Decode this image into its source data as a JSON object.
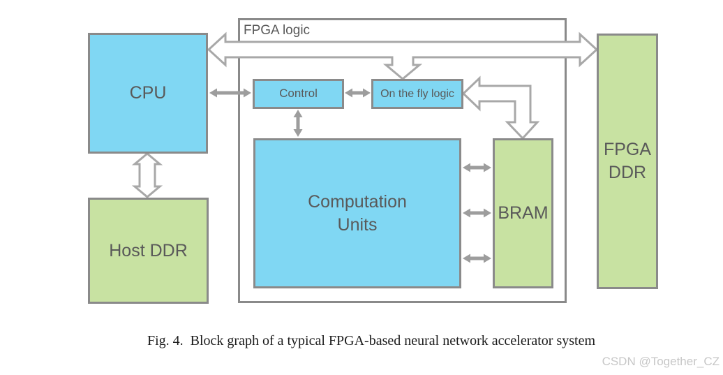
{
  "colors": {
    "block_blue": "#80d7f3",
    "block_green": "#c8e2a2",
    "block_border": "#8a8a8a",
    "arrow_gray": "#a8a8a8",
    "small_arrow_gray": "#9d9d9d",
    "label_text": "#595959",
    "caption_text": "#1b1b1b",
    "watermark_text": "#c7c7c7",
    "page_bg": "#ffffff"
  },
  "diagram": {
    "container_label": "FPGA logic",
    "blocks": {
      "cpu": {
        "label": "CPU",
        "color": "blue"
      },
      "host_ddr": {
        "label": "Host DDR",
        "color": "green"
      },
      "control": {
        "label": "Control",
        "color": "blue"
      },
      "on_the_fly_logic": {
        "label": "On the fly logic",
        "color": "blue"
      },
      "computation_units": {
        "label": "Computation\nUnits",
        "color": "blue"
      },
      "bram": {
        "label": "BRAM",
        "color": "green"
      },
      "fpga_ddr": {
        "label": "FPGA\nDDR",
        "color": "green"
      }
    },
    "connections": [
      {
        "from": "CPU",
        "to": "FPGA DDR",
        "style": "hollow-double-arrow",
        "branch_to": "On the fly logic"
      },
      {
        "from": "CPU",
        "to": "Host DDR",
        "style": "hollow-double-arrow"
      },
      {
        "from": "On the fly logic",
        "to": "BRAM",
        "style": "hollow-double-arrow-elbow"
      },
      {
        "from": "CPU",
        "to": "Control",
        "style": "small-double-arrow"
      },
      {
        "from": "Control",
        "to": "On the fly logic",
        "style": "small-double-arrow"
      },
      {
        "from": "Control",
        "to": "Computation Units",
        "style": "small-double-arrow"
      },
      {
        "from": "Computation Units",
        "to": "BRAM",
        "style": "small-double-arrow"
      },
      {
        "from": "Computation Units",
        "to": "BRAM",
        "style": "small-double-arrow"
      },
      {
        "from": "Computation Units",
        "to": "BRAM",
        "style": "small-double-arrow"
      }
    ]
  },
  "caption": "Fig. 4.  Block graph of a typical FPGA-based neural network accelerator system",
  "watermark": "CSDN @Together_CZ"
}
